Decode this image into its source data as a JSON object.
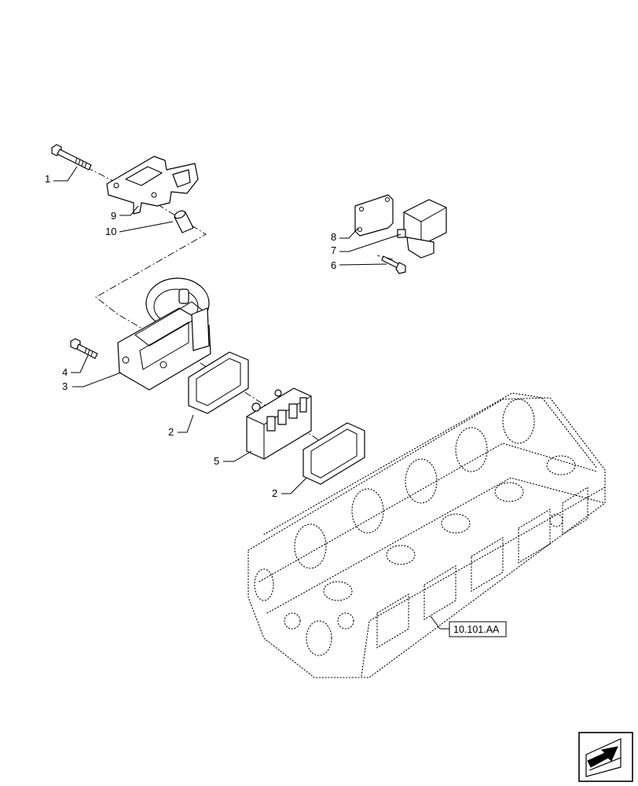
{
  "callouts": {
    "c1": "1",
    "c2a": "2",
    "c2b": "2",
    "c3": "3",
    "c4": "4",
    "c5": "5",
    "c6": "6",
    "c7": "7",
    "c8": "8",
    "c9": "9",
    "c10": "10"
  },
  "reference": {
    "label": "10.101.AA"
  },
  "nav_icon": {
    "name": "arrow-nav-icon"
  }
}
